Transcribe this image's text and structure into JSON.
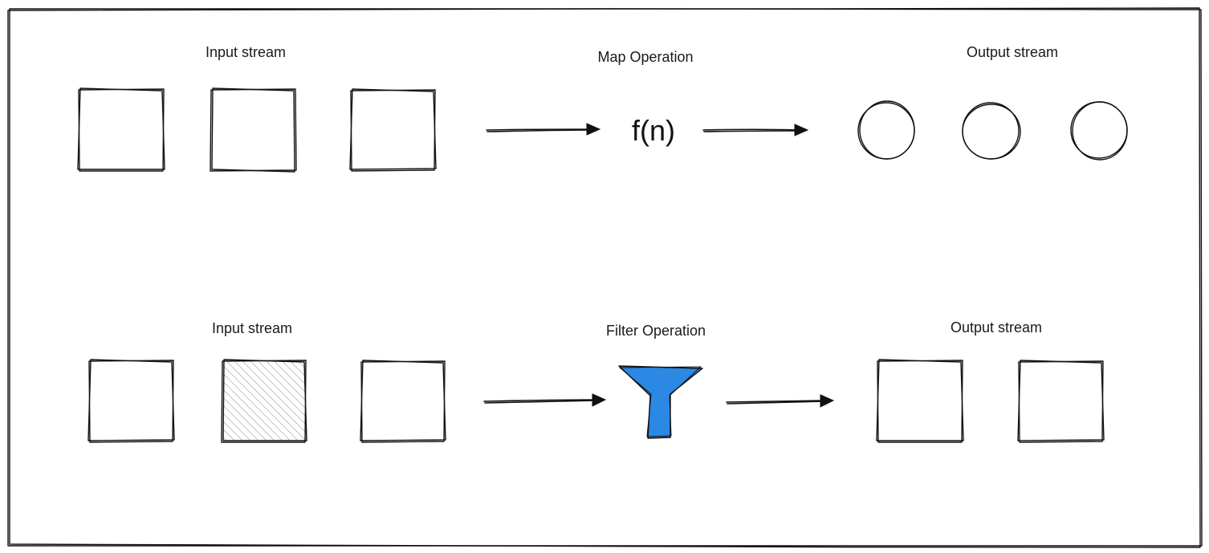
{
  "map_section": {
    "input_label": "Input stream",
    "operation_label": "Map Operation",
    "function_text": "f(n)",
    "output_label": "Output stream"
  },
  "filter_section": {
    "input_label": "Input stream",
    "operation_label": "Filter Operation",
    "output_label": "Output stream"
  },
  "colors": {
    "funnel_fill": "#2b88e3",
    "filtered_item_hatch": "#9e9e9e",
    "stroke": "#111111"
  },
  "icons": {
    "funnel": "funnel-icon",
    "arrow": "arrow-right-icon"
  }
}
